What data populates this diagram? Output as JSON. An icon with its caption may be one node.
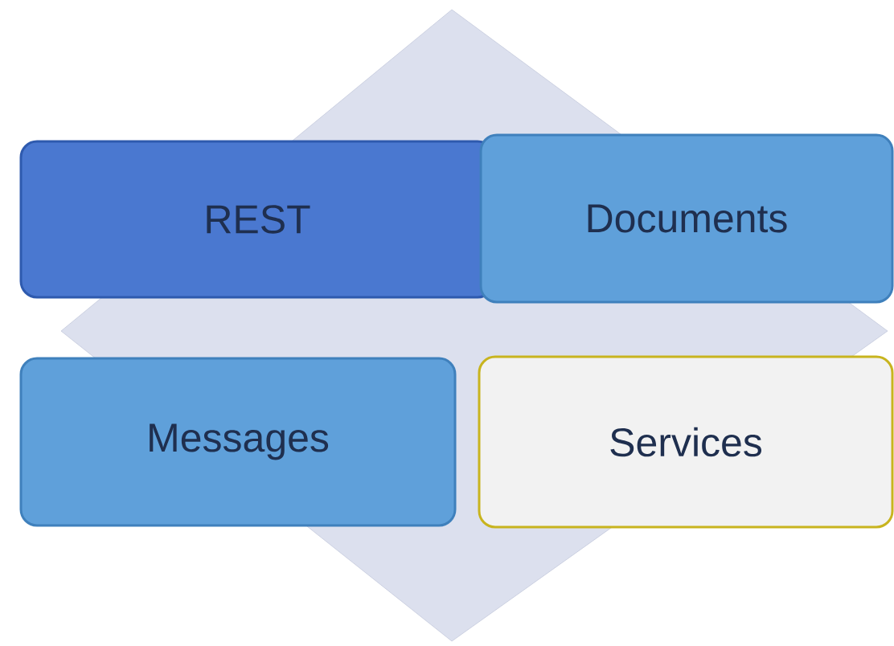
{
  "diagram": {
    "nodes": [
      {
        "text": [
          "REST"
        ]
      },
      {
        "text": [
          "Documents"
        ]
      },
      {
        "text": [
          "Messages"
        ]
      },
      {
        "text": [
          "Services"
        ]
      }
    ]
  }
}
